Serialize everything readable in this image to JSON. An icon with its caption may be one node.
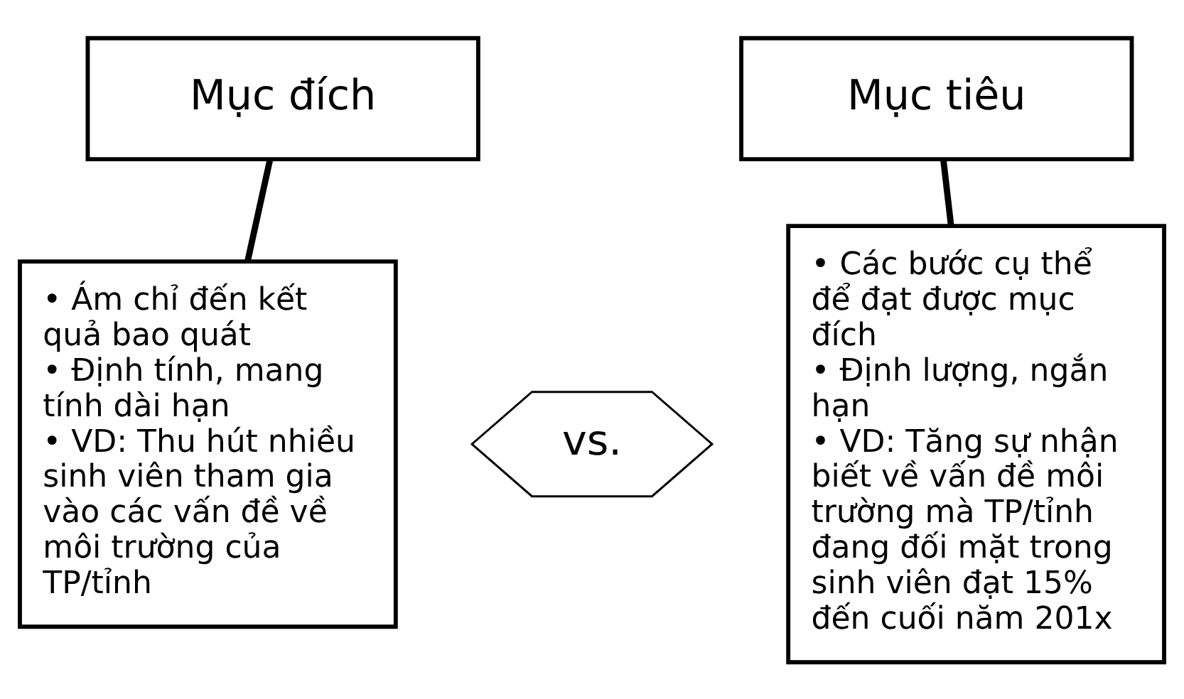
{
  "diagram": {
    "nodes": [
      {
        "text": [
          "Mục đích"
        ]
      },
      {
        "text": [
          "• Ám chỉ đến kết quả bao quát",
          "• Định tính, mang tính dài hạn",
          "• VD: Thu hút nhiều sinh viên tham gia vào các vấn đề về môi trường của TP/tỉnh"
        ]
      },
      {
        "text": [
          "vs."
        ]
      },
      {
        "text": [
          "Mục tiêu"
        ]
      },
      {
        "text": [
          "• Các bước cụ thể để đạt được mục đích",
          "• Định lượng, ngắn hạn",
          "• VD: Tăng sự nhận biết về vấn đề môi trường mà TP/tỉnh đang đối mặt trong sinh viên đạt 15% đến cuối năm 201x"
        ]
      }
    ],
    "edges": [
      {
        "from": 0,
        "to": 1,
        "arrow": "none"
      },
      {
        "from": 3,
        "to": 4,
        "arrow": "none"
      }
    ]
  }
}
